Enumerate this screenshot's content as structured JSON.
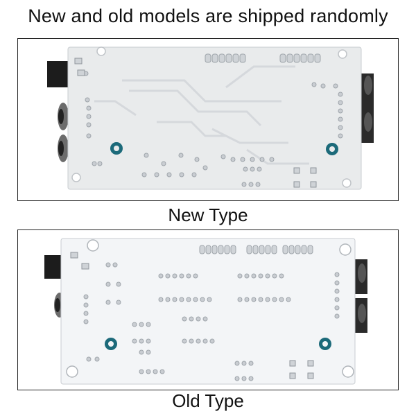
{
  "headline": "New and old models are shipped randomly",
  "captions": {
    "new": "New Type",
    "old": "Old Type"
  },
  "colors": {
    "board_new": "#e9ebec",
    "board_old": "#f3f5f7",
    "trace": "#d5d8dc",
    "solder": "#c9cdd2",
    "mount_hole_teal": "#1c6a7a",
    "connector": "#1c1c1c"
  }
}
